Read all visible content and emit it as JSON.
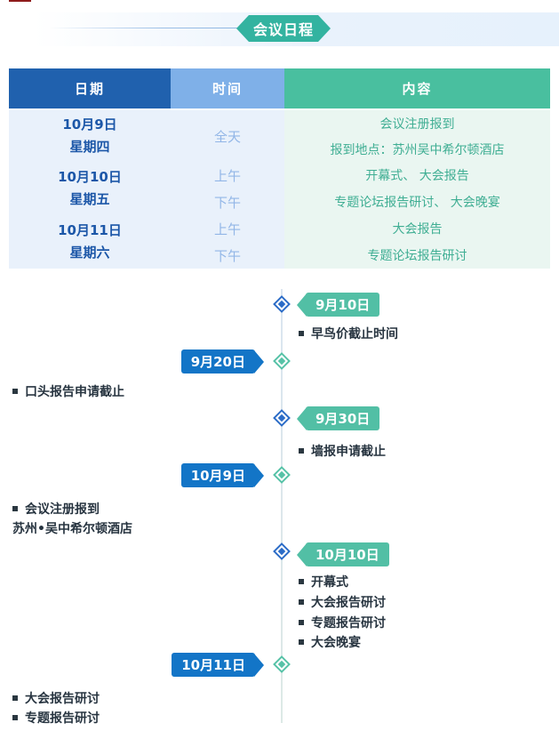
{
  "banner": {
    "title": "会议日程"
  },
  "table": {
    "headers": [
      "日期",
      "时间",
      "内容"
    ],
    "rows": [
      {
        "date": "10月9日",
        "weekday": "星期四",
        "slots": [
          {
            "time": "全天",
            "lines": [
              "会议注册报到",
              "报到地点：苏州吴中希尔顿酒店"
            ]
          }
        ]
      },
      {
        "date": "10月10日",
        "weekday": "星期五",
        "slots": [
          {
            "time": "上午",
            "lines": [
              "开幕式、 大会报告"
            ]
          },
          {
            "time": "下午",
            "lines": [
              "专题论坛报告研讨、 大会晚宴"
            ]
          }
        ]
      },
      {
        "date": "10月11日",
        "weekday": "星期六",
        "slots": [
          {
            "time": "上午",
            "lines": [
              "大会报告"
            ]
          },
          {
            "time": "下午",
            "lines": [
              "专题论坛报告研讨"
            ]
          }
        ]
      }
    ]
  },
  "timeline": {
    "entries": [
      {
        "side": "right",
        "date": "9月10日",
        "items": [
          {
            "bullet": true,
            "text": "早鸟价截止时间"
          }
        ]
      },
      {
        "side": "left",
        "date": "9月20日",
        "items": [
          {
            "bullet": true,
            "text": "口头报告申请截止"
          }
        ]
      },
      {
        "side": "right",
        "date": "9月30日",
        "items": [
          {
            "bullet": true,
            "text": "墙报申请截止"
          }
        ]
      },
      {
        "side": "left",
        "date": "10月9日",
        "items": [
          {
            "bullet": true,
            "text": "会议注册报到"
          },
          {
            "bullet": false,
            "text": "苏州•吴中希尔顿酒店"
          }
        ]
      },
      {
        "side": "right",
        "date": "10月10日",
        "items": [
          {
            "bullet": true,
            "text": "开幕式"
          },
          {
            "bullet": true,
            "text": "大会报告研讨"
          },
          {
            "bullet": true,
            "text": "专题报告研讨"
          },
          {
            "bullet": true,
            "text": "大会晚宴"
          }
        ]
      },
      {
        "side": "left",
        "date": "10月11日",
        "items": [
          {
            "bullet": true,
            "text": "大会报告研讨"
          },
          {
            "bullet": true,
            "text": "专题报告研讨"
          }
        ]
      }
    ]
  },
  "icons": {
    "timeline_marker": "diamond-in-diamond",
    "item_bullet": "small-square"
  },
  "colors": {
    "banner_teal": "#33b3a0",
    "header_date_blue": "#2061ae",
    "header_time_blue": "#7fb0e8",
    "header_content_green": "#49bf9f",
    "body_blue_tint": "#e9f1fb",
    "body_green_tint": "#eaf6f1",
    "date_text": "#1c57a8",
    "time_text": "#92b6e7",
    "content_text": "#3fae93",
    "badge_teal": "#52bfa5",
    "badge_blue": "#1375c7",
    "diamond_blue": "#2b6cc7",
    "diamond_green": "#56c2a7",
    "item_text": "#273440",
    "top_accent_red": "#8e1b1b"
  }
}
